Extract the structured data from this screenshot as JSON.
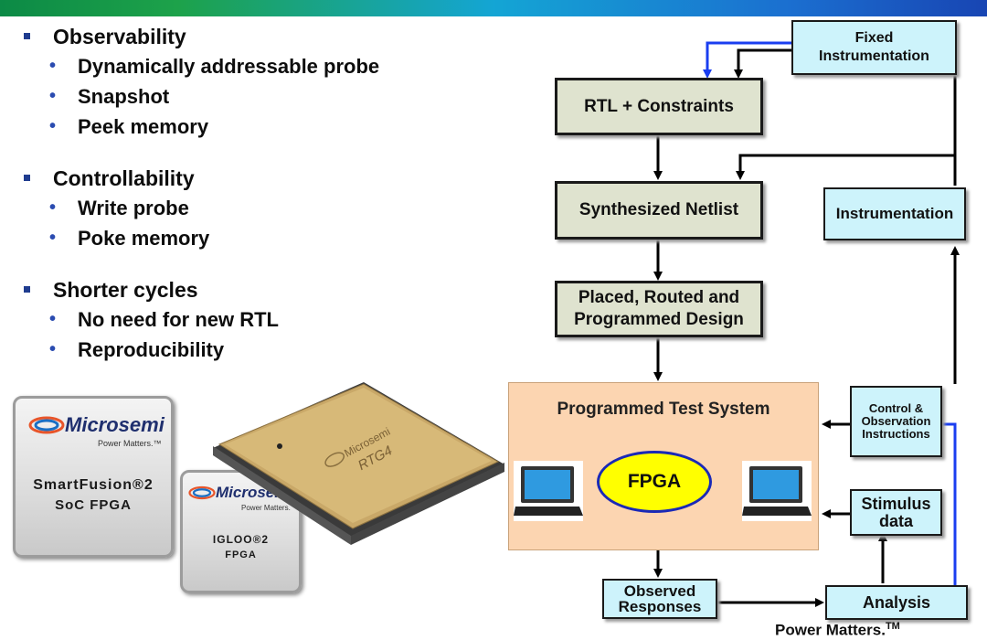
{
  "bullets": [
    {
      "text": "Observability",
      "sub": [
        "Dynamically addressable probe",
        "Snapshot",
        "Peek memory"
      ]
    },
    {
      "text": "Controllability",
      "sub": [
        "Write probe",
        "Poke memory"
      ]
    },
    {
      "text": "Shorter cycles",
      "sub": [
        "No need for new RTL",
        "Reproducibility"
      ]
    }
  ],
  "flow": {
    "fixed_instrumentation": "Fixed Instrumentation",
    "rtl_constraints": "RTL + Constraints",
    "synthesized_netlist": "Synthesized Netlist",
    "instrumentation": "Instrumentation",
    "placed_routed": "Placed, Routed and Programmed Design",
    "programmed_test_system": "Programmed Test System",
    "fpga": "FPGA",
    "control_observation": "Control & Observation Instructions",
    "stimulus_data": "Stimulus data",
    "observed_responses": "Observed Responses",
    "analysis": "Analysis"
  },
  "products": {
    "card1": {
      "logo": "Microsemi",
      "tagline": "Power Matters.™",
      "line1": "SmartFusion®2",
      "line2": "SoC FPGA"
    },
    "card2": {
      "logo": "Microsemi",
      "tagline": "Power Matters.",
      "line1": "IGLOO®2",
      "line2": "FPGA"
    },
    "chip": {
      "brand": "Microsemi",
      "model": "RTG4"
    }
  },
  "footer": {
    "brand": "Power Matters.",
    "tm": "TM"
  },
  "colors": {
    "box_green": "#dfe3cf",
    "box_cyan": "#cdf3fb",
    "test_system_bg": "#fcd5b1",
    "fpga_fill": "#ffff00",
    "accent_blue": "#1a3ef0"
  }
}
